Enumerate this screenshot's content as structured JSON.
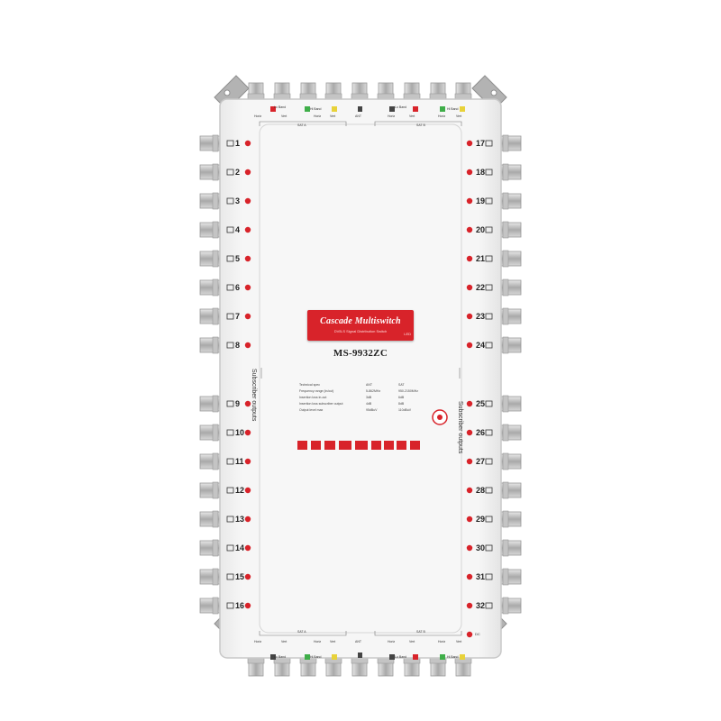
{
  "device": {
    "title": "Cascade Multiswitch",
    "subtitle": "DVB-S Signal Distribution Switch",
    "led_label": "LED",
    "model": "MS-9932ZC",
    "side_label": "Subscriber outputs",
    "power_label": "DC"
  },
  "outputs_left": [
    "1",
    "2",
    "3",
    "4",
    "5",
    "6",
    "7",
    "8",
    "9",
    "10",
    "11",
    "12",
    "13",
    "14",
    "15",
    "16"
  ],
  "outputs_right": [
    "17",
    "18",
    "19",
    "20",
    "21",
    "22",
    "23",
    "24",
    "25",
    "26",
    "27",
    "28",
    "29",
    "30",
    "31",
    "32"
  ],
  "inputs_top": {
    "sat_a": "SAT A",
    "sat_b": "SAT B",
    "ant": "ANT",
    "lo_band": "Lo Band",
    "hi_band": "Hi Band",
    "horiz": "Horiz",
    "vert": "Vert"
  },
  "specs": {
    "headers": [
      "Technical spec",
      "ANT",
      "SAT"
    ],
    "rows": [
      [
        "Frequency range (in/out)",
        "5-862MHz",
        "950-2150MHz"
      ],
      [
        "Insertion loss in-out",
        "3dB",
        "6dB"
      ],
      [
        "Insertion loss subscriber output",
        "4dB",
        "8dB"
      ],
      [
        "Output level max",
        "95dBuV",
        "110dBuV"
      ]
    ]
  },
  "colors": {
    "body": "#f2f2f2",
    "edge": "#cfcfcf",
    "connector": "#bdbdbd",
    "led_red": "#d8232a",
    "led_green": "#3fae49",
    "led_yellow": "#e8d23a",
    "label_red": "#d8232a",
    "bracket": "#a9a9a9"
  }
}
